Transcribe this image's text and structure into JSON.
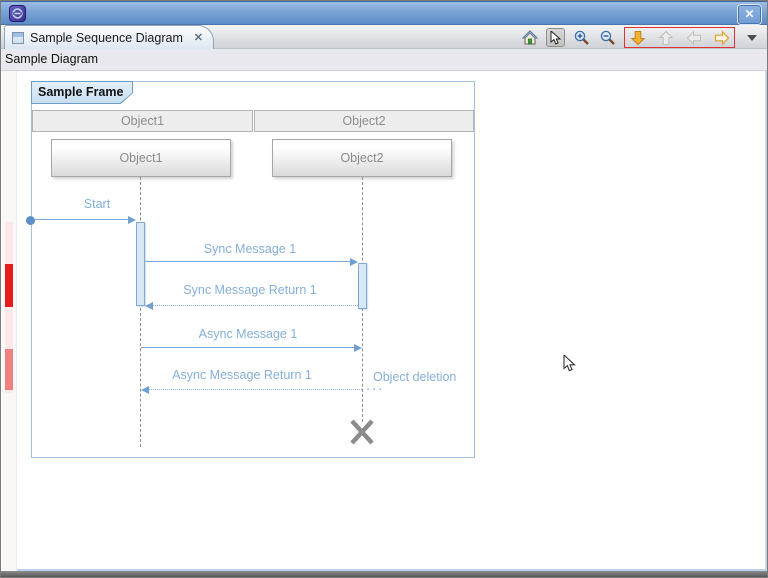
{
  "window": {
    "app_icon": "eclipse-logo-icon",
    "close_glyph": "✕"
  },
  "tabbar": {
    "tab": {
      "icon": "diagram-editor-icon",
      "label": "Sample Sequence Diagram",
      "close_glyph": "✕"
    },
    "toolbar": [
      {
        "name": "home-icon",
        "state": "enabled"
      },
      {
        "name": "select-cursor-icon",
        "state": "active"
      },
      {
        "name": "zoom-in-icon",
        "state": "enabled"
      },
      {
        "name": "zoom-out-icon",
        "state": "enabled"
      },
      {
        "name": "nav-down-icon",
        "state": "enabled",
        "group": "red-highlight-box"
      },
      {
        "name": "nav-up-icon",
        "state": "disabled",
        "group": "red-highlight-box"
      },
      {
        "name": "nav-back-icon",
        "state": "disabled",
        "group": "red-highlight-box"
      },
      {
        "name": "nav-forward-icon",
        "state": "enabled",
        "group": "red-highlight-box"
      },
      {
        "name": "view-menu-icon",
        "state": "enabled"
      }
    ]
  },
  "breadcrumb": {
    "label": "Sample Diagram"
  },
  "diagram": {
    "frame_label": "Sample Frame",
    "lifelines": [
      {
        "header": "Object1",
        "object": "Object1"
      },
      {
        "header": "Object2",
        "object": "Object2"
      }
    ],
    "messages": [
      {
        "label": "Start",
        "kind": "sync",
        "from": "frame-edge",
        "to": "Object1"
      },
      {
        "label": "Sync Message 1",
        "kind": "sync",
        "from": "Object1",
        "to": "Object2"
      },
      {
        "label": "Sync Message Return 1",
        "kind": "return",
        "from": "Object2",
        "to": "Object1"
      },
      {
        "label": "Async Message 1",
        "kind": "async",
        "from": "Object1",
        "to": "Object2"
      },
      {
        "label": "Async Message Return 1",
        "kind": "return",
        "from": "Object2",
        "to": "Object1"
      }
    ],
    "annotation": {
      "label": "Object deletion",
      "ellipsis": "..."
    },
    "deletion_marker": "x-cross-icon on Object2 lifeline"
  },
  "overview_ruler": {
    "markers": [
      {
        "color": "#fdeaea",
        "kind": "range-band"
      },
      {
        "color": "#e51c1c",
        "kind": "strong-marker"
      },
      {
        "color": "#f08080",
        "kind": "light-marker"
      }
    ]
  },
  "colors": {
    "accent_blue": "#7aa7d6",
    "label_blue": "#85afda",
    "frame_border": "#a3c2dd",
    "titlebar_top": "#9cbde4",
    "titlebar_bottom": "#5d8cc7",
    "marker_red": "#e51c1c",
    "marker_salmon": "#f08080",
    "nav_highlight_red": "#e03434",
    "arrow_orange": "#f2b233"
  }
}
